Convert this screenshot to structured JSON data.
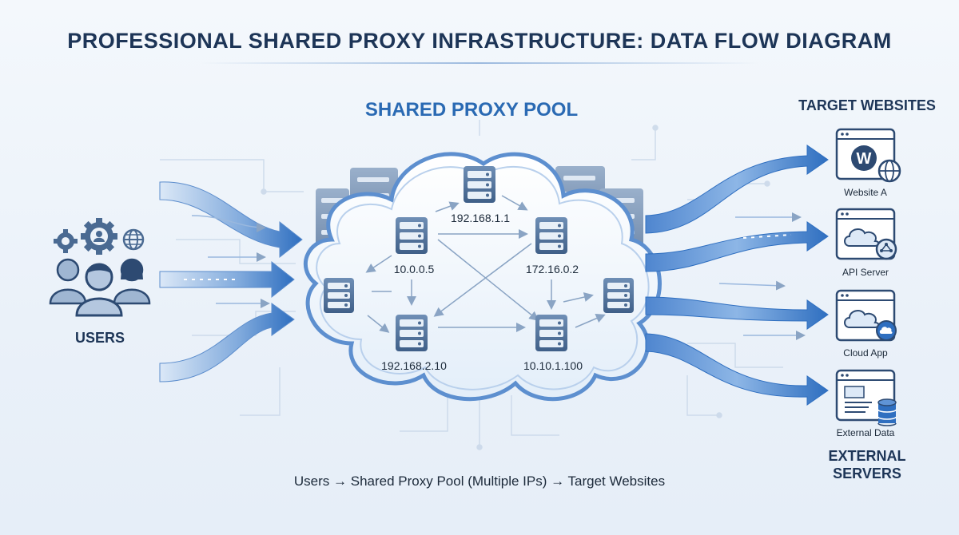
{
  "title": "PROFESSIONAL SHARED PROXY INFRASTRUCTURE: DATA FLOW DIAGRAM",
  "pool": {
    "title": "SHARED PROXY POOL",
    "nodes": [
      {
        "label": "192.168.1.1"
      },
      {
        "label": "10.0.0.5"
      },
      {
        "label": "172.16.0.2"
      },
      {
        "label": "192.168.2.10"
      },
      {
        "label": "10.10.1.100"
      }
    ]
  },
  "users": {
    "label": "USERS"
  },
  "targets": {
    "title": "TARGET WEBSITES",
    "sites": [
      {
        "label": "Website A",
        "icon": "wordpress-icon"
      },
      {
        "label": "API Server",
        "icon": "cloud-network-icon"
      },
      {
        "label": "Cloud App",
        "icon": "cloud-app-icon"
      },
      {
        "label": "External Data",
        "icon": "database-icon"
      }
    ],
    "servers_title_line1": "EXTERNAL",
    "servers_title_line2": "SERVERS"
  },
  "caption": "Users → Shared Proxy Pool (Multiple IPs) → Target Websites",
  "colors": {
    "title": "#1d3557",
    "accent": "#2a6ab3",
    "arrow_light": "#a9c8ec",
    "arrow_dark": "#2f6fc0",
    "server": "#4a6a92"
  }
}
